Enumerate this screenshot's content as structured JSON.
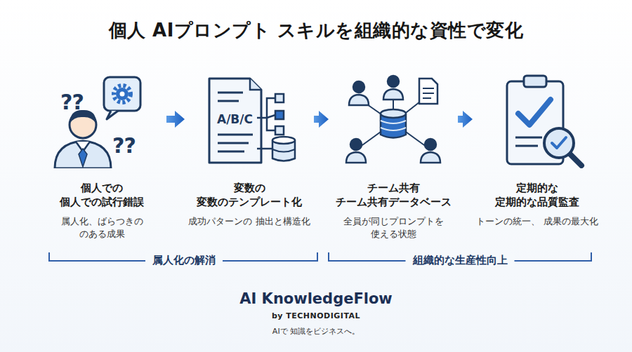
{
  "diagram": {
    "title": "個人 AIプロンプト スキルを組織的な資性で変化",
    "nodes": [
      {
        "text": [
          "個人での 個人での試行錯誤",
          "属人化、ばらつきの のある成果"
        ]
      },
      {
        "text": [
          "変数の 変数のテンプレート化",
          "成功パターンの 抽出と構造化"
        ]
      },
      {
        "text": [
          "チーム共有 チーム共有データベース",
          "全員が同じプロンプトを 使える状態"
        ]
      },
      {
        "text": [
          "定期的な 定期的な品質監査",
          "トーンの統一、 成果の最大化"
        ]
      }
    ],
    "edges": [
      {
        "from": 0,
        "to": 1,
        "arrow": "to"
      },
      {
        "from": 1,
        "to": 2,
        "arrow": "to"
      },
      {
        "from": 2,
        "to": 3,
        "arrow": "to"
      }
    ],
    "labels": [
      "??",
      "??",
      "A/B/C",
      "属人化の解消",
      "組織的な生産性向上",
      "AI KnowledgeFlow",
      "by TECHNODIGITAL",
      "AIで 知識をビジネスへ。"
    ]
  }
}
